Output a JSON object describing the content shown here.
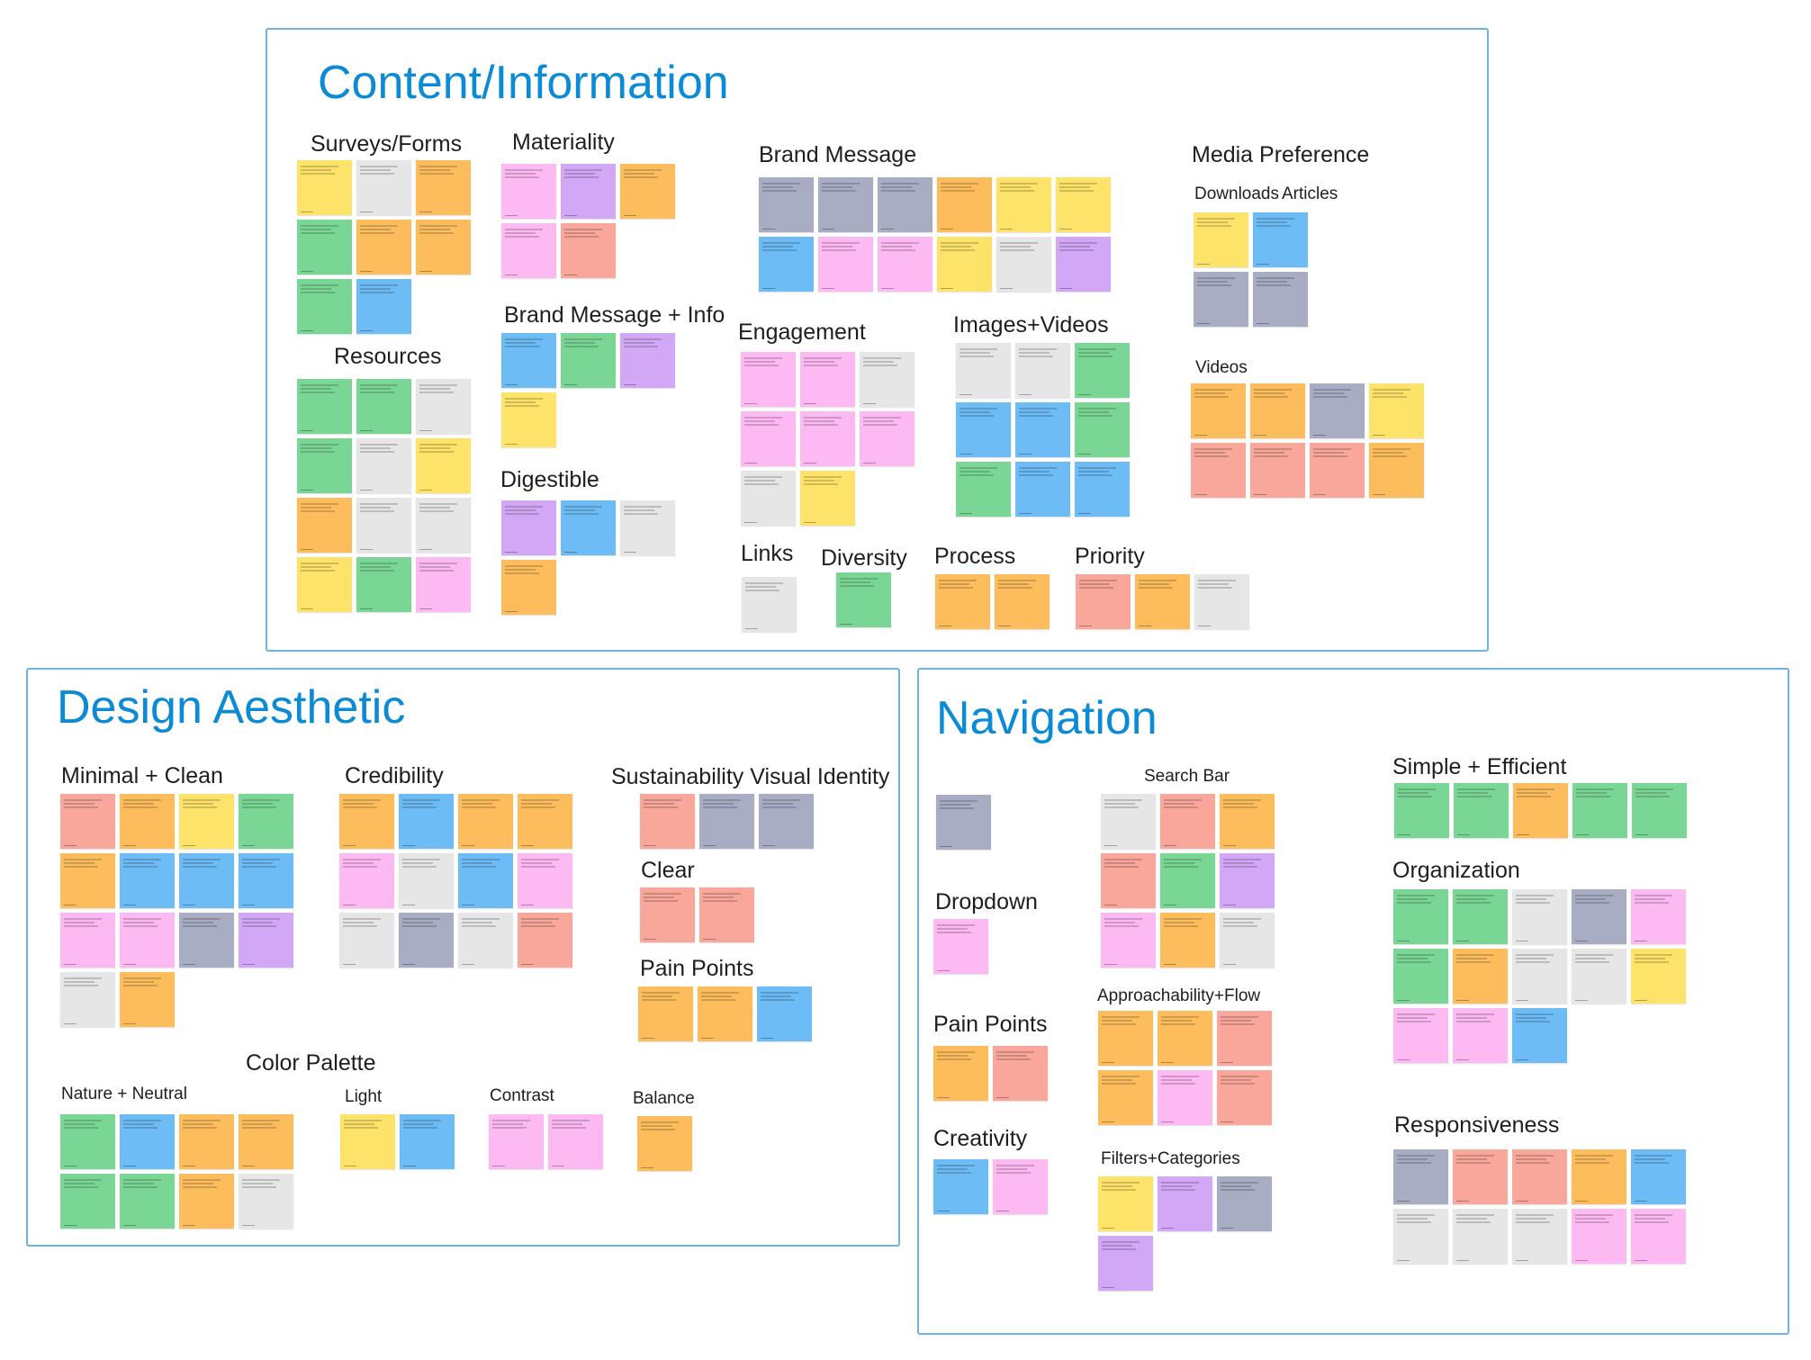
{
  "colors": {
    "gray": "#e6e6e6",
    "slate": "#a8adc4",
    "orange": "#fdbd5d",
    "yellow": "#fde36a",
    "green": "#7ad695",
    "blue": "#6ebcf6",
    "red": "#f8a79a",
    "pink": "#fdb9f1",
    "purple": "#d2a8f6",
    "frame_border": "#6fb3e3",
    "title": "#0b8ad6"
  },
  "frames": {
    "content": {
      "title": "Content/Information",
      "clusters": {
        "surveys": "Surveys/Forms",
        "materiality": "Materiality",
        "brand_message": "Brand Message",
        "media_preference": "Media Preference",
        "downloads": "Downloads",
        "articles": "Articles",
        "videos": "Videos",
        "resources": "Resources",
        "brand_message_info": "Brand Message + Info",
        "engagement": "Engagement",
        "images_videos": "Images+Videos",
        "digestible": "Digestible",
        "links": "Links",
        "diversity": "Diversity",
        "process": "Process",
        "priority": "Priority"
      }
    },
    "design": {
      "title": "Design Aesthetic",
      "clusters": {
        "minimal": "Minimal + Clean",
        "credibility": "Credibility",
        "sustainability": "Sustainability Visual Identity",
        "clear": "Clear",
        "pain_points": "Pain Points",
        "color_palette": "Color Palette",
        "nature": "Nature + Neutral",
        "light": "Light",
        "contrast": "Contrast",
        "balance": "Balance"
      }
    },
    "navigation": {
      "title": "Navigation",
      "clusters": {
        "search_bar": "Search Bar",
        "simple": "Simple + Efficient",
        "dropdown": "Dropdown",
        "organization": "Organization",
        "approachability": "Approachability+Flow",
        "pain_points": "Pain Points",
        "responsiveness": "Responsiveness",
        "creativity": "Creativity",
        "filters": "Filters+Categories"
      }
    }
  }
}
